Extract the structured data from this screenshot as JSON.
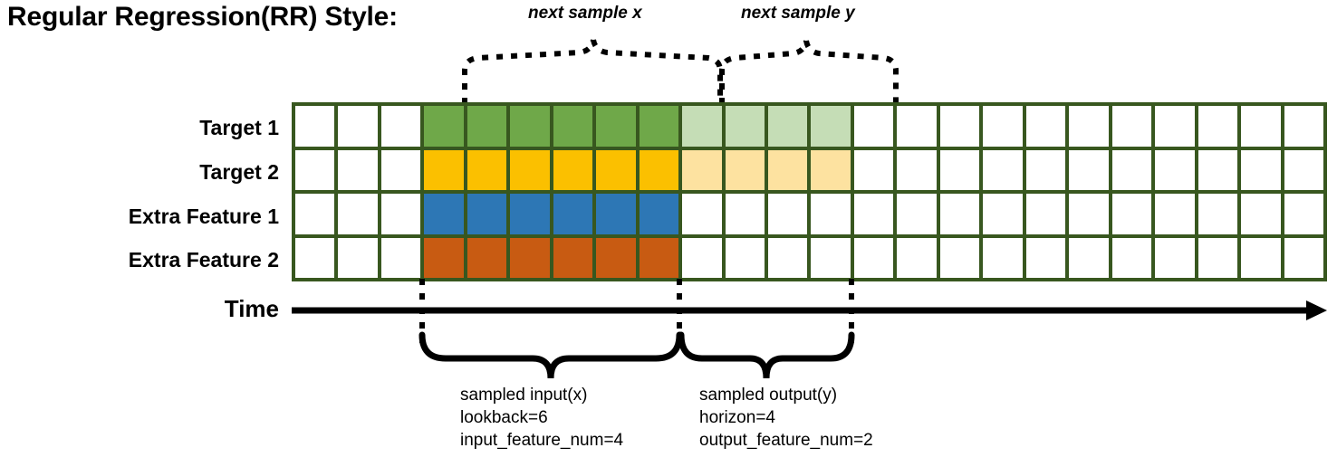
{
  "title": "Regular Regression(RR) Style:",
  "top_annotations": {
    "next_sample_x": "next sample x",
    "next_sample_y": "next sample y"
  },
  "rows": [
    {
      "label": "Target 1",
      "fill": "green"
    },
    {
      "label": "Target 2",
      "fill": "gold"
    },
    {
      "label": "Extra Feature 1",
      "fill": "blue"
    },
    {
      "label": "Extra Feature 2",
      "fill": "brown"
    }
  ],
  "grid": {
    "columns": 24,
    "row_count": 4,
    "lead_blank_columns": 3,
    "input_columns": 6,
    "output_columns": 4,
    "cells": [
      [
        "white",
        "white",
        "white",
        "green",
        "green",
        "green",
        "green",
        "green",
        "green",
        "lgreen",
        "lgreen",
        "lgreen",
        "lgreen",
        "white",
        "white",
        "white",
        "white",
        "white",
        "white",
        "white",
        "white",
        "white",
        "white",
        "white"
      ],
      [
        "white",
        "white",
        "white",
        "gold",
        "gold",
        "gold",
        "gold",
        "gold",
        "gold",
        "lgold",
        "lgold",
        "lgold",
        "lgold",
        "white",
        "white",
        "white",
        "white",
        "white",
        "white",
        "white",
        "white",
        "white",
        "white",
        "white"
      ],
      [
        "white",
        "white",
        "white",
        "blue",
        "blue",
        "blue",
        "blue",
        "blue",
        "blue",
        "white",
        "white",
        "white",
        "white",
        "white",
        "white",
        "white",
        "white",
        "white",
        "white",
        "white",
        "white",
        "white",
        "white",
        "white"
      ],
      [
        "white",
        "white",
        "white",
        "brown",
        "brown",
        "brown",
        "brown",
        "brown",
        "brown",
        "white",
        "white",
        "white",
        "white",
        "white",
        "white",
        "white",
        "white",
        "white",
        "white",
        "white",
        "white",
        "white",
        "white",
        "white"
      ]
    ]
  },
  "time_axis": {
    "label": "Time"
  },
  "bottom_annotations": {
    "input": {
      "line1": "sampled input(x)",
      "line2": "lookback=6",
      "line3": "input_feature_num=4"
    },
    "output": {
      "line1": "sampled output(y)",
      "line2": "horizon=4",
      "line3": "output_feature_num=2"
    }
  },
  "colors": {
    "grid_border": "#38571F",
    "green": "#6FA849",
    "gold": "#FBC000",
    "blue": "#2D77B5",
    "brown": "#C85B12",
    "light_green": "#C5DDB6",
    "light_gold": "#FDE2A0",
    "axis": "#000000"
  }
}
